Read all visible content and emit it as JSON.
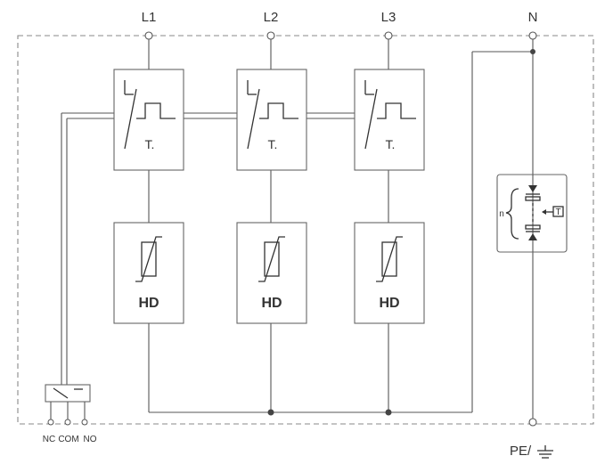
{
  "terminals": {
    "l1": "L1",
    "l2": "L2",
    "l3": "L3",
    "n": "N",
    "pe": "PE/"
  },
  "thermal_label": "T.",
  "varistor_label": "HD",
  "relay": {
    "nc": "NC",
    "com": "COM",
    "no": "NO"
  },
  "gas_tube_count_label": "n",
  "test_label": "T"
}
